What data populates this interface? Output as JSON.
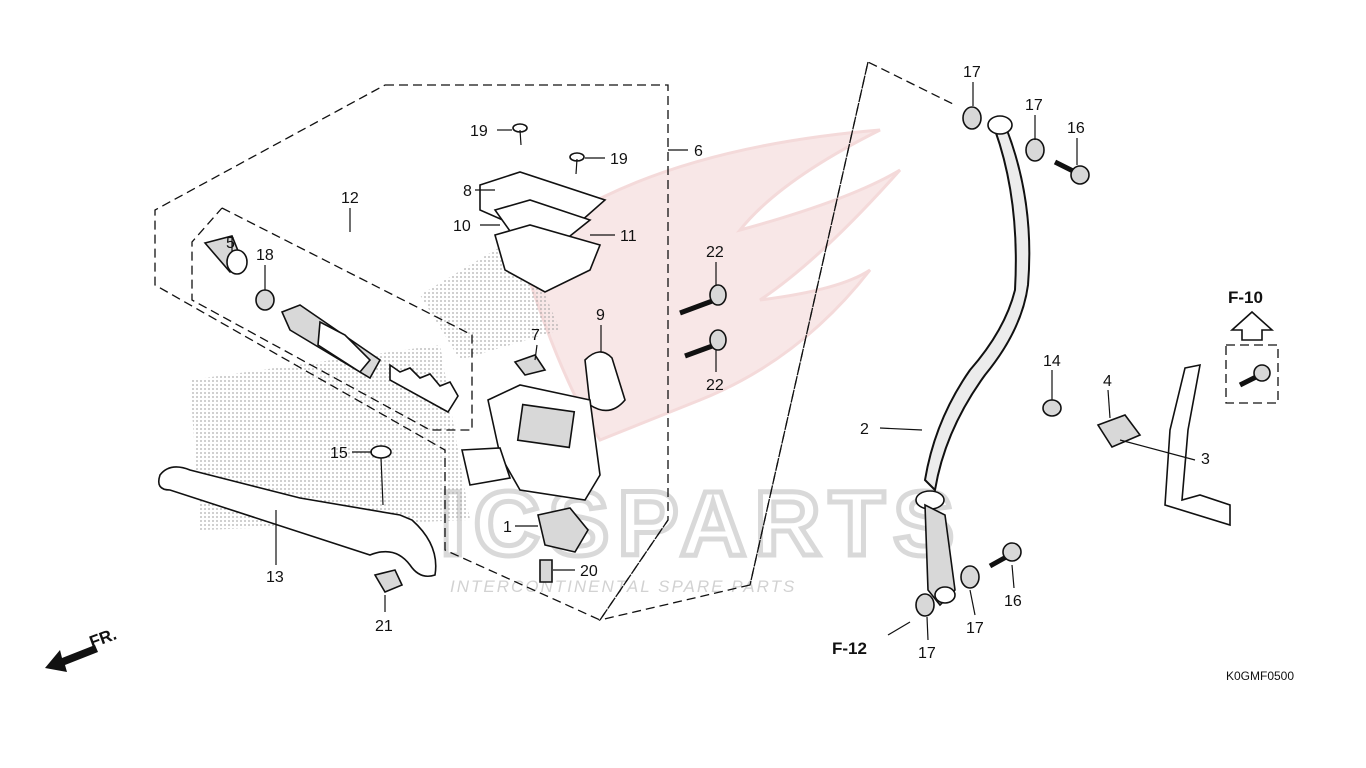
{
  "watermark": {
    "brand": "ICSPARTS",
    "tagline": "INTERCONTINENTAL SPARE PARTS",
    "color": "#e8b0b0"
  },
  "diagram_code": "K0GMF0500",
  "direction_label": "FR.",
  "refs": {
    "f10": "F-10",
    "f12": "F-12"
  },
  "callouts": {
    "c1": "1",
    "c2": "2",
    "c3": "3",
    "c4": "4",
    "c5": "5",
    "c6": "6",
    "c7": "7",
    "c8": "8",
    "c9": "9",
    "c10": "10",
    "c11": "11",
    "c12": "12",
    "c13": "13",
    "c14": "14",
    "c15": "15",
    "c16a": "16",
    "c16b": "16",
    "c17a": "17",
    "c17b": "17",
    "c17c": "17",
    "c17d": "17",
    "c18": "18",
    "c19a": "19",
    "c19b": "19",
    "c20": "20",
    "c21": "21",
    "c22a": "22",
    "c22b": "22"
  }
}
